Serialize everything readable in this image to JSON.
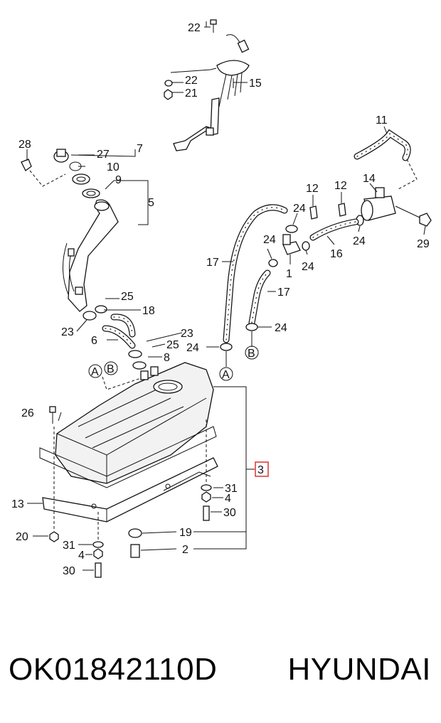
{
  "diagram": {
    "callouts": {
      "c1": "1",
      "c2": "2",
      "c3": "3",
      "c4a": "4",
      "c4b": "4",
      "c5": "5",
      "c6": "6",
      "c7": "7",
      "c8": "8",
      "c9": "9",
      "c10": "10",
      "c11": "11",
      "c12a": "12",
      "c12b": "12",
      "c13": "13",
      "c14": "14",
      "c15": "15",
      "c16": "16",
      "c17a": "17",
      "c17b": "17",
      "c18": "18",
      "c19": "19",
      "c20": "20",
      "c21": "21",
      "c22a": "22",
      "c22b": "22",
      "c23a": "23",
      "c23b": "23",
      "c24a": "24",
      "c24b": "24",
      "c24c": "24",
      "c24d": "24",
      "c24e": "24",
      "c24f": "24",
      "c25a": "25",
      "c25b": "25",
      "c26": "26",
      "c27": "27",
      "c28": "28",
      "c29": "29",
      "c30a": "30",
      "c30b": "30",
      "c31a": "31",
      "c31b": "31"
    },
    "markers": {
      "a1": "A",
      "a2": "A",
      "b1": "B",
      "b2": "B"
    },
    "highlight_color": "#e03030"
  },
  "caption": {
    "part_number": "OK01842110D",
    "brand": "HYUNDAI"
  }
}
